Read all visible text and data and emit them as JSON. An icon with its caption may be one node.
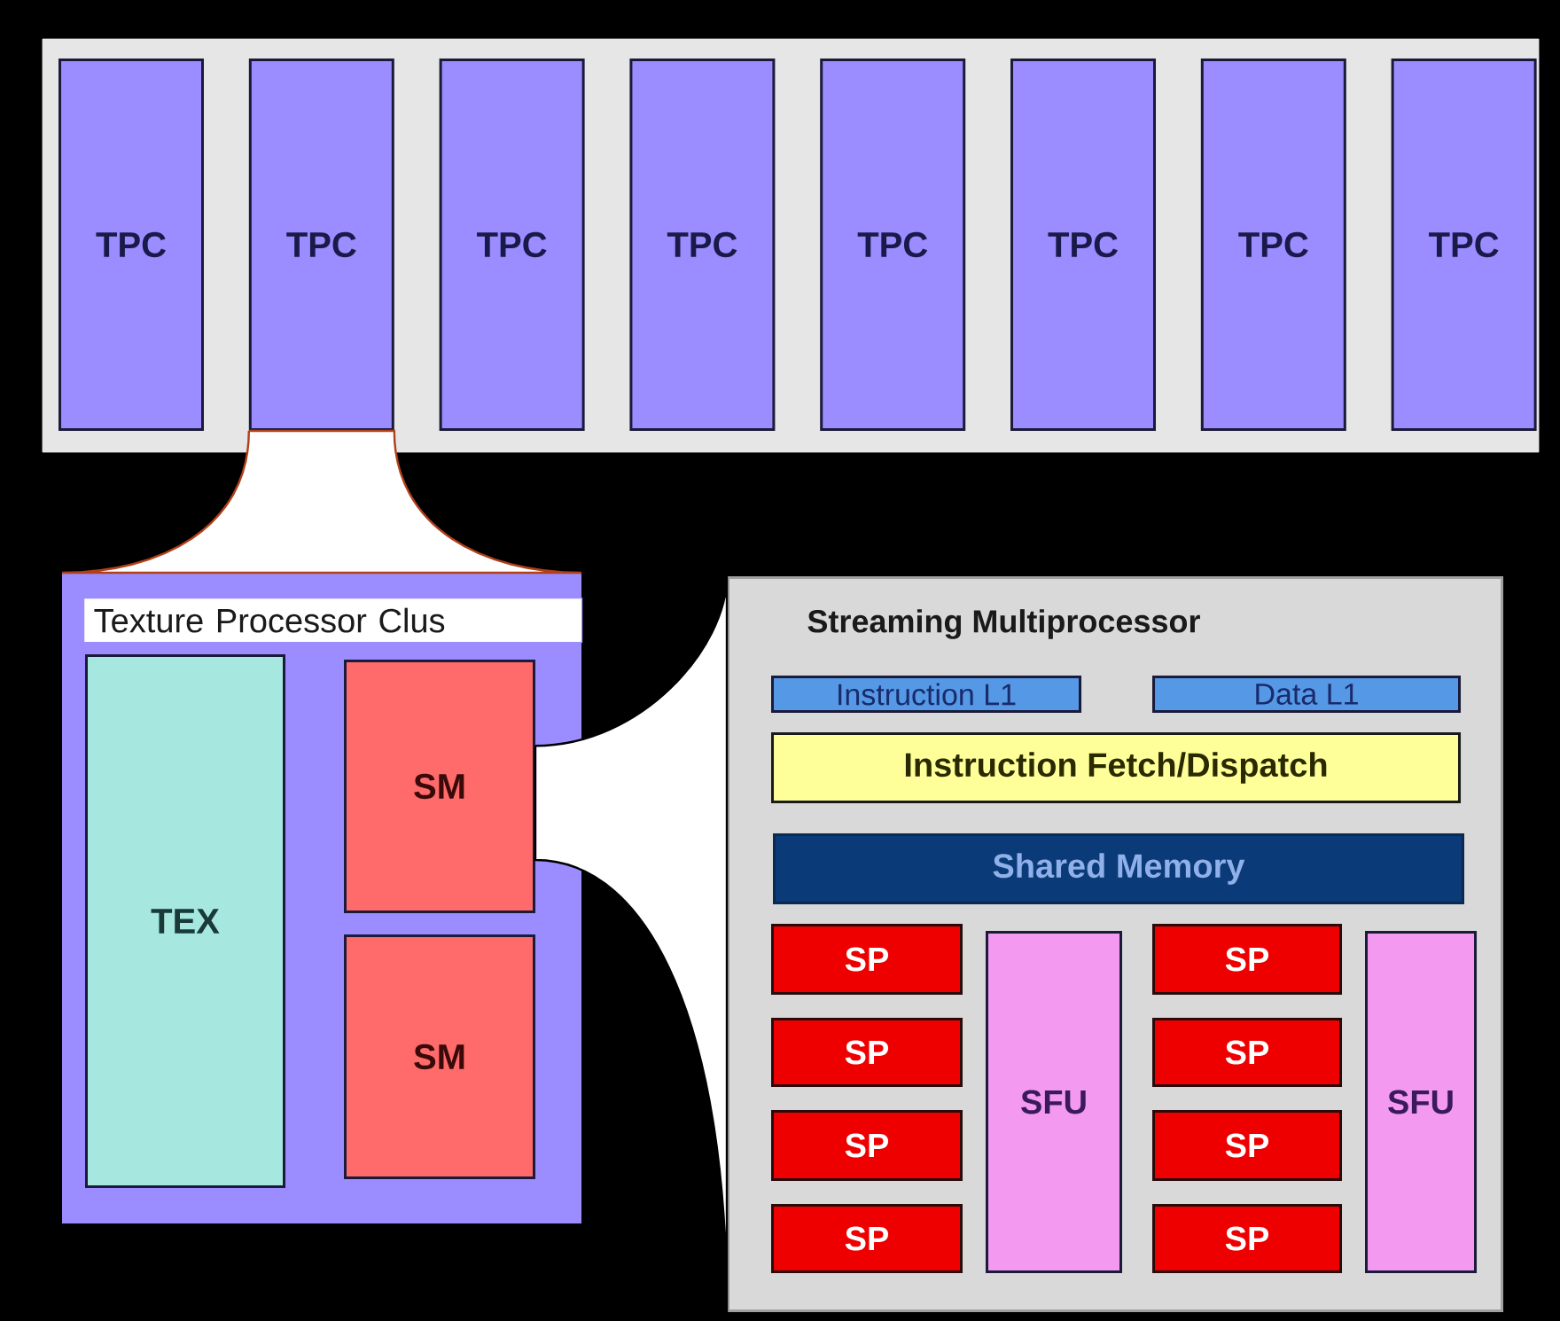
{
  "diagram": {
    "nodes": [
      {
        "text": [],
        "shape": "box"
      },
      {
        "text": [
          "TPC"
        ],
        "in": 0
      },
      {
        "text": [
          "TPC"
        ],
        "in": 0
      },
      {
        "text": [
          "TPC"
        ],
        "in": 0
      },
      {
        "text": [
          "TPC"
        ],
        "in": 0
      },
      {
        "text": [
          "TPC"
        ],
        "in": 0
      },
      {
        "text": [
          "TPC"
        ],
        "in": 0
      },
      {
        "text": [
          "TPC"
        ],
        "in": 0
      },
      {
        "text": [
          "TPC"
        ],
        "in": 0
      },
      {
        "text": [
          "Texture Processor Clus"
        ]
      },
      {
        "text": [
          "TEX"
        ],
        "in": 9
      },
      {
        "text": [
          "SM"
        ],
        "in": 9
      },
      {
        "text": [
          "SM"
        ],
        "in": 9
      },
      {
        "text": [
          "Streaming Multiprocessor"
        ]
      },
      {
        "text": [
          "Instruction L1"
        ],
        "in": 13
      },
      {
        "text": [
          "Data L1"
        ],
        "in": 13
      },
      {
        "text": [
          "Instruction Fetch/Dispatch"
        ],
        "in": 13
      },
      {
        "text": [
          "Shared Memory"
        ],
        "in": 13
      },
      {
        "text": [
          "SP"
        ],
        "in": 13
      },
      {
        "text": [
          "SP"
        ],
        "in": 13
      },
      {
        "text": [
          "SP"
        ],
        "in": 13
      },
      {
        "text": [
          "SP"
        ],
        "in": 13
      },
      {
        "text": [
          "SFU"
        ],
        "in": 13
      },
      {
        "text": [
          "SP"
        ],
        "in": 13
      },
      {
        "text": [
          "SP"
        ],
        "in": 13
      },
      {
        "text": [
          "SP"
        ],
        "in": 13
      },
      {
        "text": [
          "SP"
        ],
        "in": 13
      },
      {
        "text": [
          "SFU"
        ],
        "in": 13
      }
    ],
    "edges": [
      {
        "from": 2,
        "to": 9,
        "arrow": "none"
      },
      {
        "from": 11,
        "to": 13,
        "arrow": "none"
      }
    ]
  }
}
